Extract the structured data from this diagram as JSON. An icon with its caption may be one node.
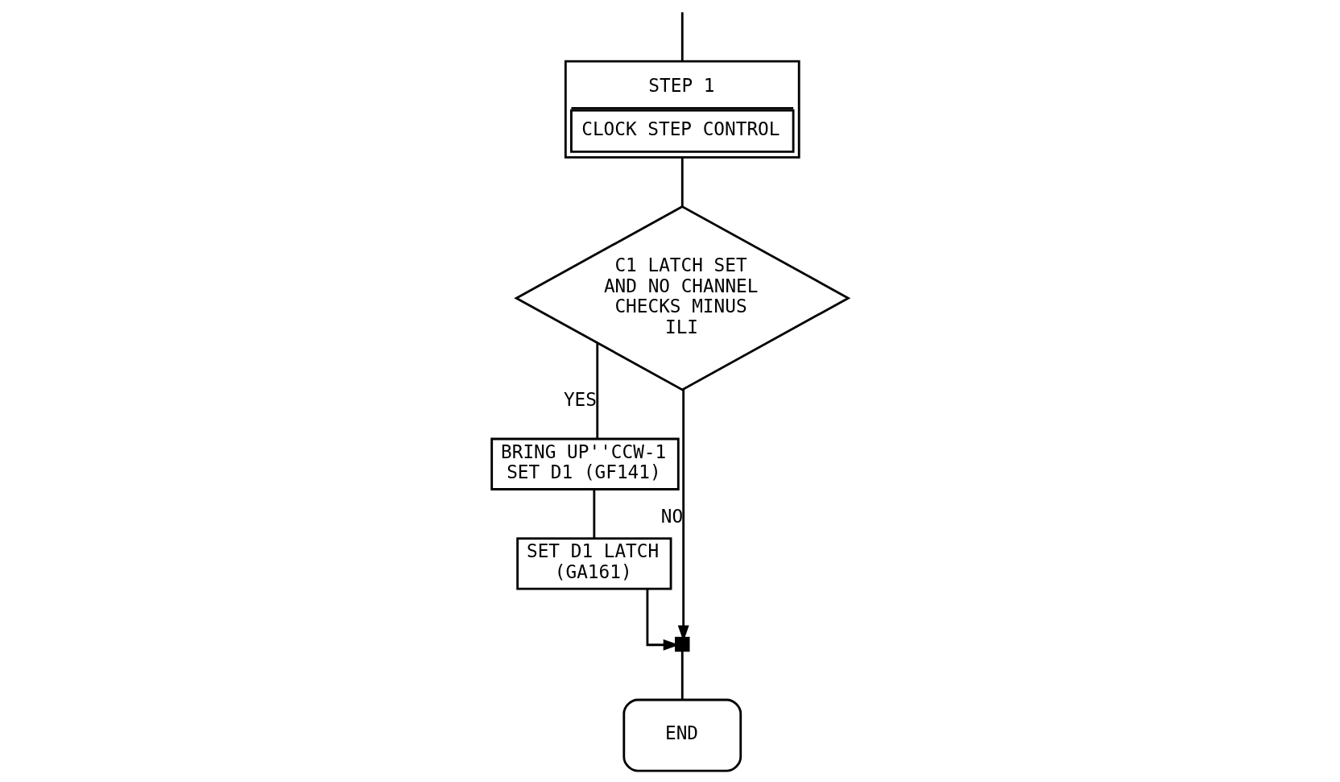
{
  "diagram": {
    "nodes": [
      {
        "text": [
          "STEP 1",
          "CLOCK STEP CONTROL"
        ]
      },
      {
        "text": [
          "C1 LATCH SET AND NO CHANNEL CHECKS MINUS ILI"
        ]
      },
      {
        "text": [
          "BRING UP''CCW-1 SET D1 (GF141)"
        ]
      },
      {
        "text": [
          "SET D1 LATCH (GA161)"
        ]
      },
      {
        "text": [],
        "shape": "box"
      },
      {
        "text": [
          "END"
        ]
      }
    ],
    "edges": [
      {
        "from": null,
        "to": 0,
        "arrow": "none"
      },
      {
        "from": 0,
        "to": 1,
        "arrow": "none"
      },
      {
        "from": 1,
        "to": 4,
        "arrow": "to",
        "label": "NO"
      },
      {
        "from": 1,
        "to": 2,
        "arrow": "none",
        "label": "YES"
      },
      {
        "from": 2,
        "to": 3,
        "arrow": "none"
      },
      {
        "from": 3,
        "to": 4,
        "arrow": "to"
      },
      {
        "from": 4,
        "to": 5,
        "arrow": "none"
      }
    ]
  }
}
